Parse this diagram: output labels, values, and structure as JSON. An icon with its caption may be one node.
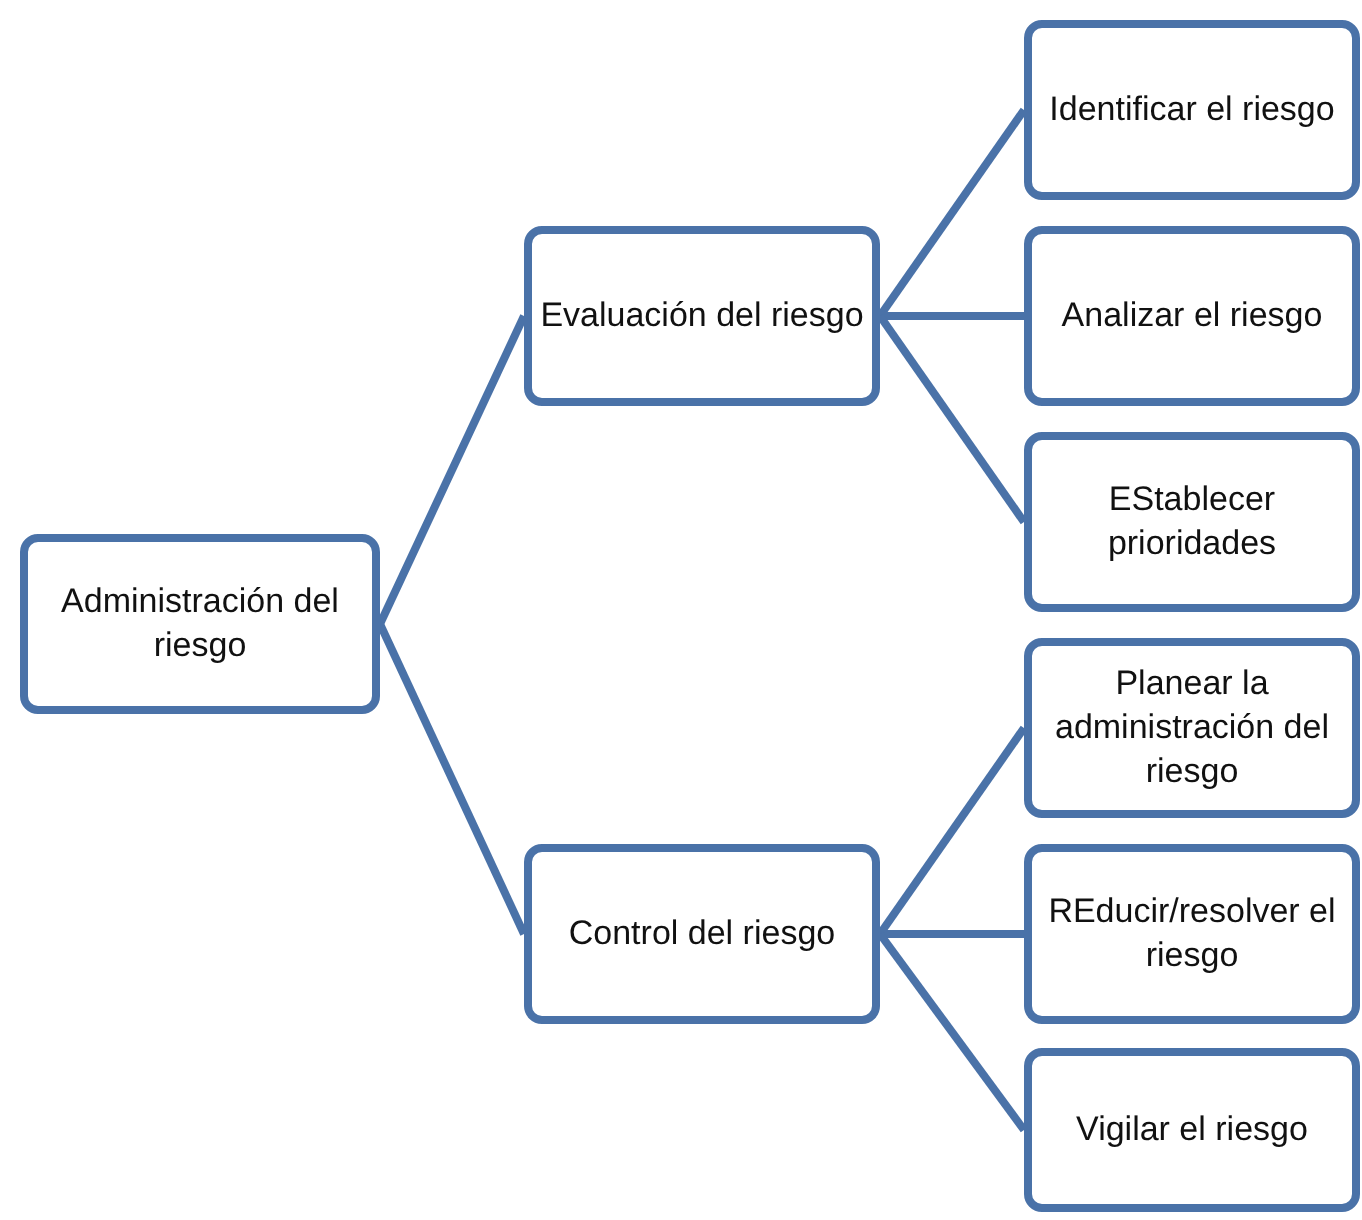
{
  "diagram": {
    "nodes": [
      {
        "text": [
          "Administración del riesgo"
        ]
      },
      {
        "text": [
          "Evaluación del riesgo"
        ]
      },
      {
        "text": [
          "Control del riesgo"
        ]
      },
      {
        "text": [
          "Identificar el riesgo"
        ]
      },
      {
        "text": [
          "Analizar el riesgo"
        ]
      },
      {
        "text": [
          "EStablecer prioridades"
        ]
      },
      {
        "text": [
          "Planear la administración del riesgo"
        ]
      },
      {
        "text": [
          "REducir/resolver el riesgo"
        ]
      },
      {
        "text": [
          "Vigilar el riesgo"
        ]
      }
    ],
    "edges": [
      {
        "from": 0,
        "to": 1,
        "arrow": "none"
      },
      {
        "from": 0,
        "to": 2,
        "arrow": "none"
      },
      {
        "from": 1,
        "to": 3,
        "arrow": "none"
      },
      {
        "from": 1,
        "to": 4,
        "arrow": "none"
      },
      {
        "from": 1,
        "to": 5,
        "arrow": "none"
      },
      {
        "from": 2,
        "to": 6,
        "arrow": "none"
      },
      {
        "from": 2,
        "to": 7,
        "arrow": "none"
      },
      {
        "from": 2,
        "to": 8,
        "arrow": "none"
      }
    ]
  }
}
